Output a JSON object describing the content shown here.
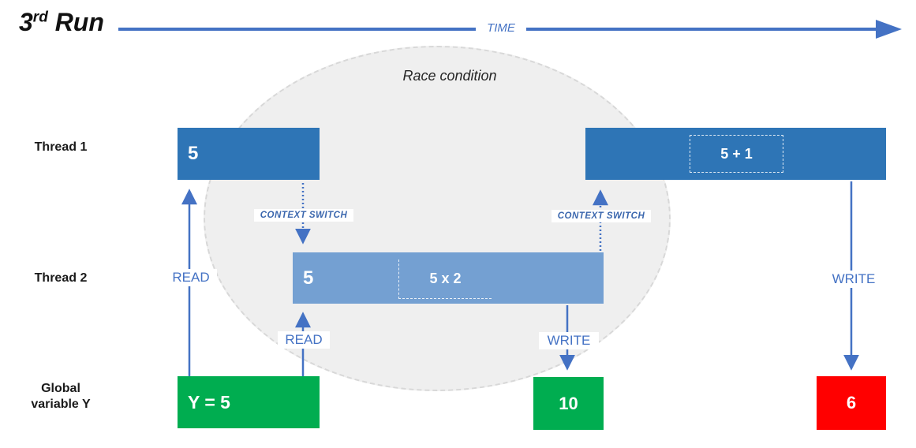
{
  "header": {
    "title_number": "3",
    "title_ordinal": "rd",
    "title_word": "Run",
    "time_label": "TIME"
  },
  "ellipse": {
    "label": "Race condition"
  },
  "thread1": {
    "label": "Thread 1",
    "bar1_value": "5",
    "bar2_expression": "5 + 1"
  },
  "thread2": {
    "label": "Thread 2",
    "bar_value": "5",
    "bar_expression": "5 x 2"
  },
  "global_variable": {
    "label_line1": "Global",
    "label_line2": "variable Y",
    "box_initial": "Y = 5",
    "box_after_thread2_write": "10",
    "box_after_thread1_write": "6"
  },
  "arrow_labels": {
    "read_thread1": "READ",
    "read_thread2": "READ",
    "write_thread2": "WRITE",
    "write_thread1": "WRITE",
    "context_switch_1": "CONTEXT SWITCH",
    "context_switch_2": "CONTEXT SWITCH"
  },
  "colors": {
    "thread1_bar": "#2E75B6",
    "thread2_bar": "#74A0D2",
    "arrow_blue": "#4472C4",
    "green_box": "#00AD50",
    "red_box": "#FF0000",
    "ellipse_fill": "#EFEFEF",
    "ellipse_border": "#D8D8D8"
  }
}
